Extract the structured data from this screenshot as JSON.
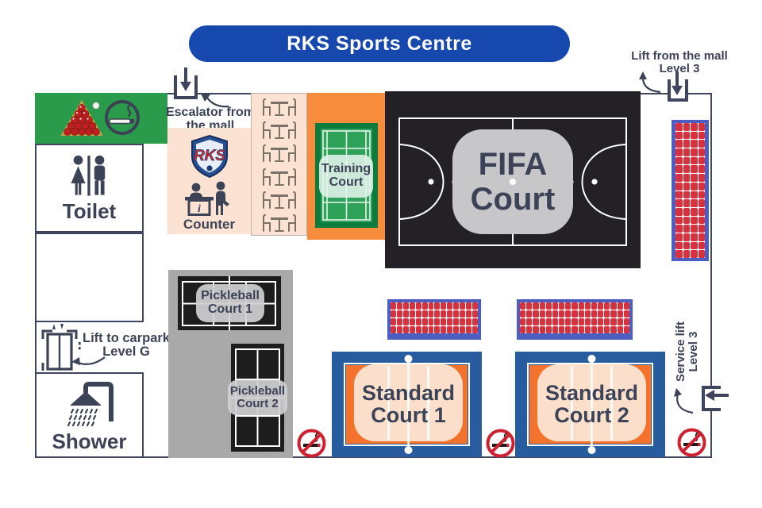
{
  "title": "RKS Sports Centre",
  "colors": {
    "title_bg": "#1648ae",
    "navy_text": "#3d4357",
    "wall": "#3f455e",
    "games_room_green": "#2a9b4b",
    "peach_area": "#fbe2d2",
    "training_orange": "#f68c3c",
    "badminton_green_dark": "#0e7b3e",
    "badminton_green": "#2ea258",
    "fifa_black": "#232026",
    "fifa_label_gray": "#c7c6c9",
    "bleacher_blue": "#4d5ec2",
    "seat_red": "#d8313e",
    "pickleball_gray": "#a9a9a9",
    "pickleball_court_black": "#1d1d1d",
    "standard_court_blue": "#275d9e",
    "standard_court_orange": "#f3722c",
    "standard_court_peach": "#fbdfca",
    "no_smoking_red": "#cf2030"
  },
  "annotations": {
    "mall_lift": {
      "line1": "Lift from the mall",
      "line2": "Level 3"
    },
    "escalator": {
      "line1": "Escalator from",
      "line2": "the mall"
    },
    "carpark_lift": {
      "line1": "Lift to carpark",
      "line2": "Level G"
    },
    "service_lift": {
      "line1": "Service lift",
      "line2": "Level 3"
    }
  },
  "rooms": {
    "toilet": {
      "label": "Toilet"
    },
    "shower": {
      "label": "Shower"
    },
    "counter": {
      "label": "Counter"
    },
    "games": {
      "icons": [
        "snooker-rack",
        "smoking-area"
      ]
    },
    "seating": {
      "table_count": 6
    }
  },
  "courts": {
    "training": {
      "line1": "Training",
      "line2": "Court"
    },
    "fifa": {
      "line1": "FIFA",
      "line2": "Court"
    },
    "pickleball1": {
      "line1": "Pickleball",
      "line2": "Court 1"
    },
    "pickleball2": {
      "line1": "Pickleball",
      "line2": "Court 2"
    },
    "standard1": {
      "line1": "Standard",
      "line2": "Court 1"
    },
    "standard2": {
      "line1": "Standard",
      "line2": "Court 2"
    }
  },
  "bleachers": {
    "side": {
      "rows": 16,
      "cols": 4
    },
    "court1": {
      "rows": 4,
      "cols": 14
    },
    "court2": {
      "rows": 4,
      "cols": 17
    }
  },
  "no_smoking_count": 3
}
